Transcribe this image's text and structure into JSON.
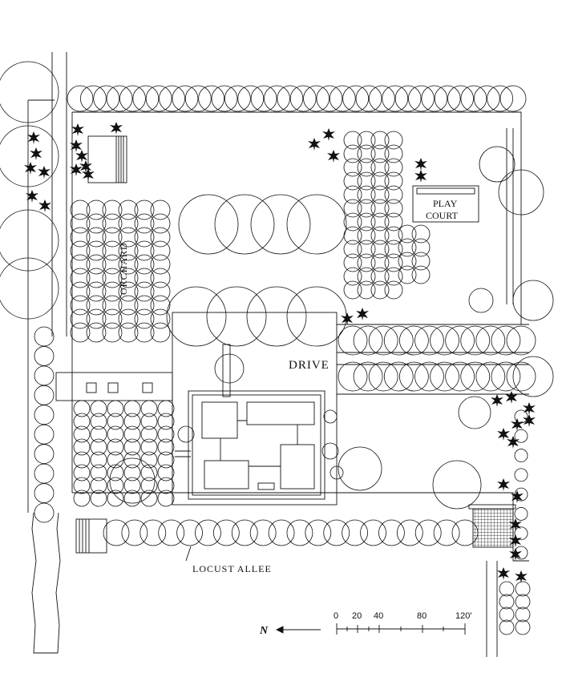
{
  "labels": {
    "orchard": "ORCHARD",
    "play_court_line1": "PLAY",
    "play_court_line2": "COURT",
    "drive": "DRIVE",
    "locust_allee": "LOCUST ALLEE",
    "north": "N"
  },
  "scale": {
    "ticks": [
      "0",
      "20",
      "40",
      "80",
      "120'"
    ]
  },
  "colors": {
    "ink": "#111111",
    "paper": "#ffffff"
  }
}
